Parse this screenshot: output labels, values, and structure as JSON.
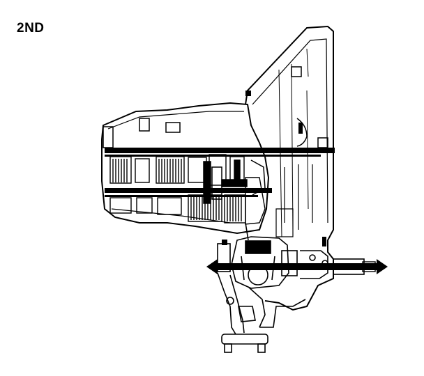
{
  "diagram": {
    "gear_label": "2ND",
    "subject": "transmission-cutaway",
    "power_flow_arrow": "double-headed-arrow",
    "colors": {
      "ink": "#000000",
      "paper": "#ffffff"
    }
  }
}
